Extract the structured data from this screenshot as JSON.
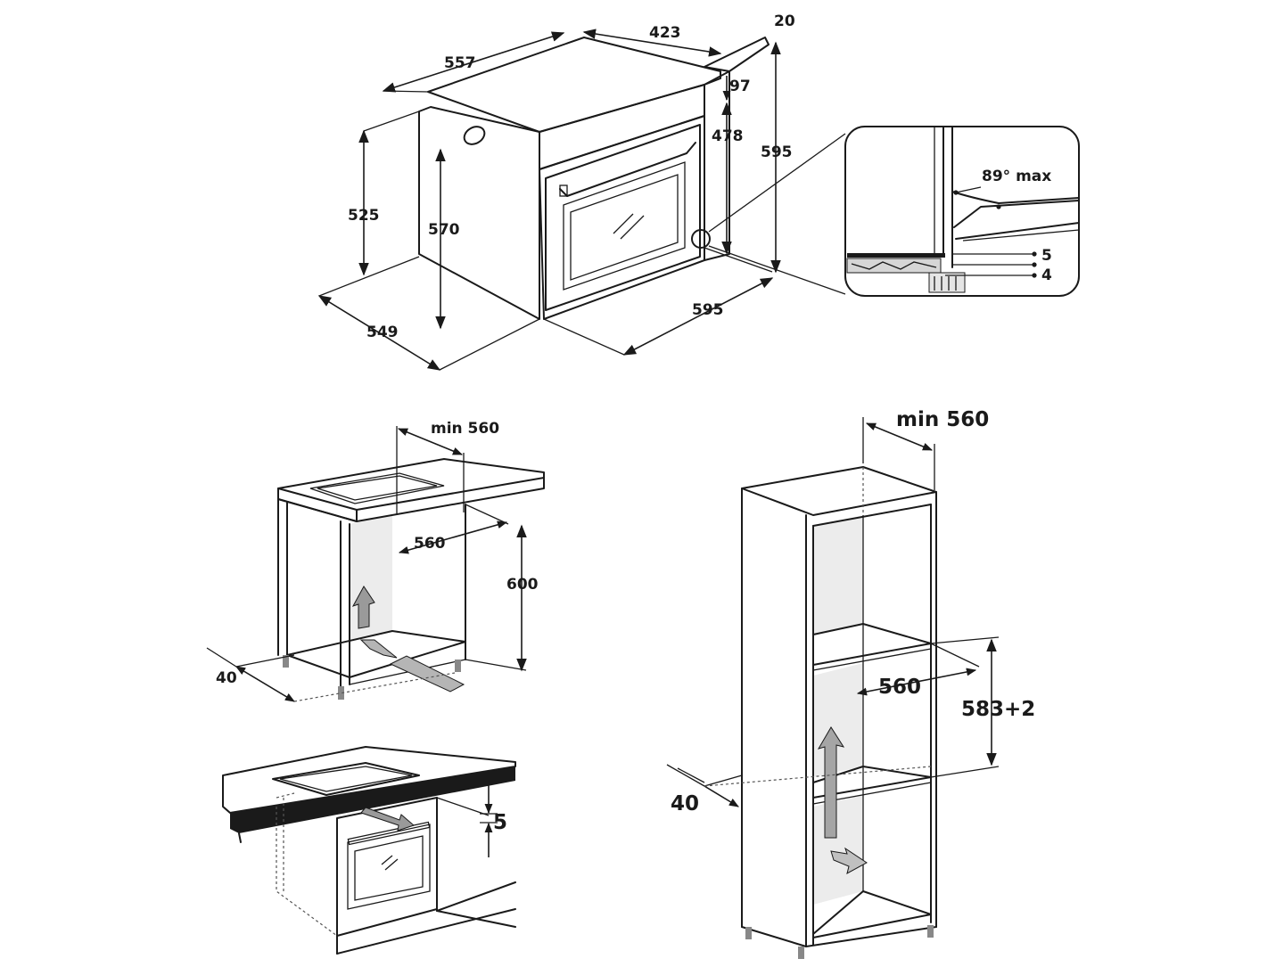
{
  "oven": {
    "width_top": "557",
    "depth_top": "423",
    "top_gap": "20",
    "panel_height": "97",
    "door_height": "478",
    "total_height": "595",
    "side_height": "525",
    "front_height": "570",
    "side_depth": "549",
    "front_width": "595"
  },
  "detail": {
    "angle": "89° max",
    "gap_top": "5",
    "gap_bottom": "4"
  },
  "under_counter": {
    "width_min": "min 560",
    "niche_depth": "560",
    "niche_height": "600",
    "rear_gap": "40"
  },
  "countertop": {
    "gap": "5"
  },
  "tall_unit": {
    "width_min": "min 560",
    "niche_depth": "560",
    "niche_height": "583+2",
    "rear_gap": "40"
  }
}
